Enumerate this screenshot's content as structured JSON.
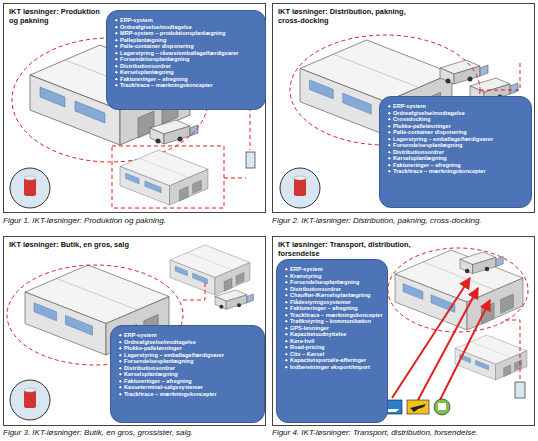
{
  "diagram": {
    "nodes": [
      {
        "text": [
          "IKT løsninger: Produktion og pakning"
        ]
      },
      {
        "text": [
          "ERP-system",
          "Ordreafgivelse/modtagelse",
          "MRP-system – produktionsplanlægning",
          "Palleplanlægning",
          "Palle-container disponering",
          "Lagerstyring – råvare/emballage/færdigvarer",
          "Forsendelsesplanlægning",
          "Distributionsordrer",
          "Kørselsplanlægning",
          "Faktureringer – afregning",
          "Track/trace – mærkningskoncepter"
        ],
        "in": 0
      },
      {
        "text": [
          "IKT løsninger: Distribution, pakning, cross-docking"
        ]
      },
      {
        "text": [
          "ERP-system",
          "Ordreafgivelse/modtagelse",
          "Crossdocking",
          "Plukke-palleløsninger",
          "Palle-container disponering",
          "Lagerstyring – emballage/færdigvarer",
          "Forsendelsesplanlægning",
          "Distributionsordrer",
          "Kørselsplanlægning",
          "Faktureringer – afregning",
          "Track/trace – mærkningskoncepter"
        ],
        "in": 2
      },
      {
        "text": [
          "IKT løsninger: Butik, en gros, salg"
        ]
      },
      {
        "text": [
          "ERP-system",
          "Ordreafgivelse/modtagelse",
          "Plukke-palleløsninger",
          "Lagerstyring – emballage/færdigvarer",
          "Forsendelsesplanlægning",
          "Distributionsordrer",
          "Kørselsplanlægning",
          "Faktureringer – afregning",
          "Kasseterminal-salgssystemer",
          "Track/trace – mærkningskoncepter"
        ],
        "in": 4
      },
      {
        "text": [
          "IKT løsninger: Transport, distribution, forsendelse"
        ]
      },
      {
        "text": [
          "ERP-system",
          "Kranstyring",
          "Forsendelsesplanlægning",
          "Distributionsordrer",
          "Chauffør-/Kørselsplanlægning",
          "Flådestyringssystemer",
          "Faktureringer – afregning",
          "Track/trace – mærkningskoncepter",
          "Trafikstyring – kommunikation",
          "GPS-løsninger",
          "Kapacitetsudnyttelse",
          "Køre-hvil",
          "Road-pricing",
          "Cits – Kørsel",
          "Kapacitetsportal/e-afferinger",
          "Indberetninger eksport/import"
        ],
        "in": 6
      }
    ],
    "labels": [
      "Figur 1. IKT-løsninger: Produktion og pakning.",
      "Figur 2. IKT-løsninger: Distribution, pakning, cross-docking.",
      "Figur 3. IKT-løsninger: Butik, en gros, grossister, salg.",
      "Figur 4. IKT-løsninger: Transport, distribution, forsendelse."
    ]
  }
}
